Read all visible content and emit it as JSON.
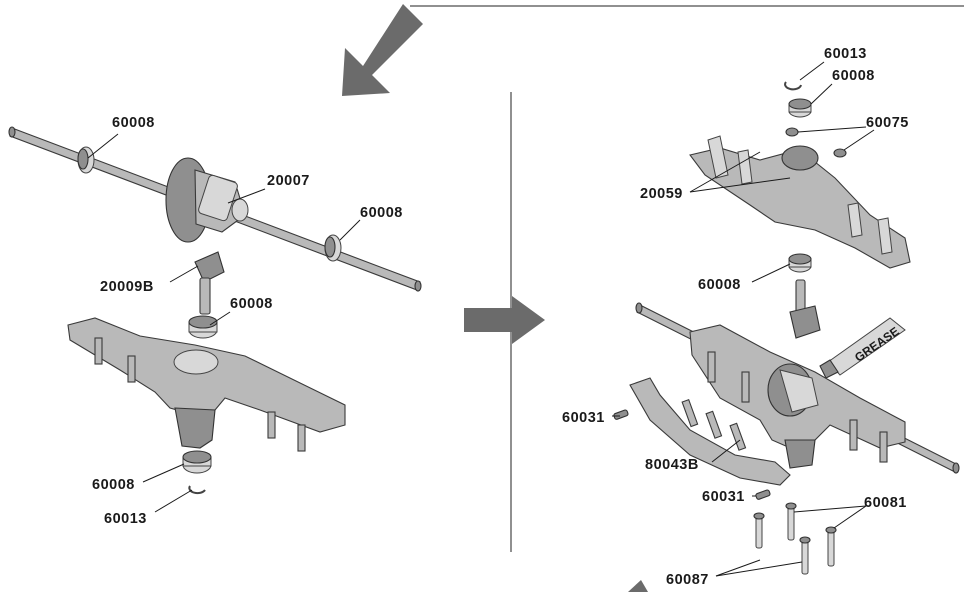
{
  "parts_left": {
    "bearing_axle_left": "60008",
    "differential": "20007",
    "bearing_axle_right": "60008",
    "pinion_gear": "20009B",
    "bearing_pinion": "60008",
    "bearing_bottom": "60008",
    "e_clip": "60013"
  },
  "parts_right": {
    "e_clip": "60013",
    "bearing_top": "60008",
    "nuts": "60075",
    "housing_top": "20059",
    "bearing_mid": "60008",
    "grease_tube": "GREASE",
    "screw_left": "60031",
    "link_mount": "80043B",
    "screw_bottom": "60031",
    "screws_long": "60081",
    "screws_bottom": "60087"
  }
}
